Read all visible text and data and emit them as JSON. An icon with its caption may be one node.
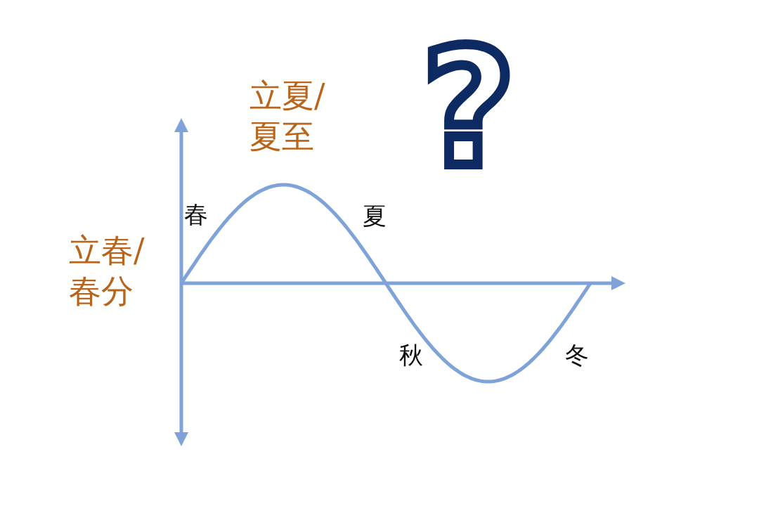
{
  "diagram": {
    "labels": [
      "立夏/夏至",
      "?",
      "春",
      "夏",
      "立春/春分",
      "秋",
      "冬"
    ]
  }
}
